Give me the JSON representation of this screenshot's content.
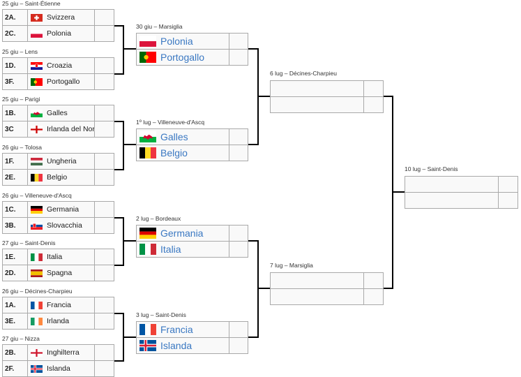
{
  "round1": [
    {
      "label": "25 giu – Saint-Étienne",
      "teams": [
        {
          "seed": "2A.",
          "name": "Svizzera",
          "flag": "switzerland-flag"
        },
        {
          "seed": "2C.",
          "name": "Polonia",
          "flag": "poland-flag"
        }
      ]
    },
    {
      "label": "25 giu – Lens",
      "teams": [
        {
          "seed": "1D.",
          "name": "Croazia",
          "flag": "croatia-flag"
        },
        {
          "seed": "3F.",
          "name": "Portogallo",
          "flag": "portugal-flag"
        }
      ]
    },
    {
      "label": "25 giu – Parigi",
      "teams": [
        {
          "seed": "1B.",
          "name": "Galles",
          "flag": "wales-flag"
        },
        {
          "seed": "3C",
          "name": "Irlanda del Nord",
          "flag": "northern-ireland-flag"
        }
      ]
    },
    {
      "label": "26 giu – Tolosa",
      "teams": [
        {
          "seed": "1F.",
          "name": "Ungheria",
          "flag": "hungary-flag"
        },
        {
          "seed": "2E.",
          "name": "Belgio",
          "flag": "belgium-flag"
        }
      ]
    },
    {
      "label": "26 giu – Villeneuve-d'Ascq",
      "teams": [
        {
          "seed": "1C.",
          "name": "Germania",
          "flag": "germany-flag"
        },
        {
          "seed": "3B.",
          "name": "Slovacchia",
          "flag": "slovakia-flag"
        }
      ]
    },
    {
      "label": "27 giu – Saint-Denis",
      "teams": [
        {
          "seed": "1E.",
          "name": "Italia",
          "flag": "italy-flag"
        },
        {
          "seed": "2D.",
          "name": "Spagna",
          "flag": "spain-flag"
        }
      ]
    },
    {
      "label": "26 giu – Décines-Charpieu",
      "teams": [
        {
          "seed": "1A.",
          "name": "Francia",
          "flag": "france-flag"
        },
        {
          "seed": "3E.",
          "name": "Irlanda",
          "flag": "ireland-flag"
        }
      ]
    },
    {
      "label": "27 giu – Nizza",
      "teams": [
        {
          "seed": "2B.",
          "name": "Inghilterra",
          "flag": "england-flag"
        },
        {
          "seed": "2F.",
          "name": "Islanda",
          "flag": "iceland-flag"
        }
      ]
    }
  ],
  "round2": [
    {
      "label": "30 giu – Marsiglia",
      "teams": [
        {
          "name": "Polonia",
          "flag": "poland-flag"
        },
        {
          "name": "Portogallo",
          "flag": "portugal-flag"
        }
      ]
    },
    {
      "label": "1º lug – Villeneuve-d'Ascq",
      "teams": [
        {
          "name": "Galles",
          "flag": "wales-flag"
        },
        {
          "name": "Belgio",
          "flag": "belgium-flag"
        }
      ]
    },
    {
      "label": "2 lug – Bordeaux",
      "teams": [
        {
          "name": "Germania",
          "flag": "germany-flag"
        },
        {
          "name": "Italia",
          "flag": "italy-flag"
        }
      ]
    },
    {
      "label": "3 lug – Saint-Denis",
      "teams": [
        {
          "name": "Francia",
          "flag": "france-flag"
        },
        {
          "name": "Islanda",
          "flag": "iceland-flag"
        }
      ]
    }
  ],
  "round3": [
    {
      "label": "6 lug – Décines-Charpieu",
      "teams": [
        {
          "name": ""
        },
        {
          "name": ""
        }
      ]
    },
    {
      "label": "7 lug – Marsiglia",
      "teams": [
        {
          "name": ""
        },
        {
          "name": ""
        }
      ]
    }
  ],
  "final": [
    {
      "label": "10 lug – Saint-Denis",
      "teams": [
        {
          "name": ""
        },
        {
          "name": ""
        }
      ]
    }
  ],
  "colors": {
    "link": "#3a78c2",
    "border": "#a9a9a9",
    "cell": "#f9f9f9",
    "line": "#000000"
  }
}
